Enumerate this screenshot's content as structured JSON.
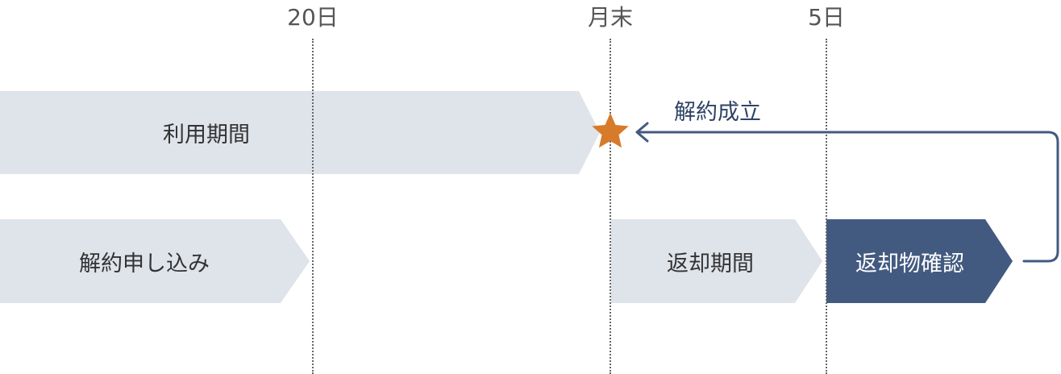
{
  "markers": [
    {
      "id": "m20",
      "label": "20日"
    },
    {
      "id": "mend",
      "label": "月末"
    },
    {
      "id": "m5",
      "label": "5日"
    }
  ],
  "bars": {
    "usage": "利用期間",
    "application": "解約申し込み",
    "return": "返却期間",
    "confirm": "返却物確認"
  },
  "annotation": {
    "contract_end": "解約成立"
  },
  "colors": {
    "light_bar": "#dfe3ea",
    "dark_bar": "#435a80",
    "arrow": "#435a80",
    "star": "#d77a2a",
    "marker_text": "#555555"
  },
  "icons": {
    "milestone": "star-icon"
  }
}
